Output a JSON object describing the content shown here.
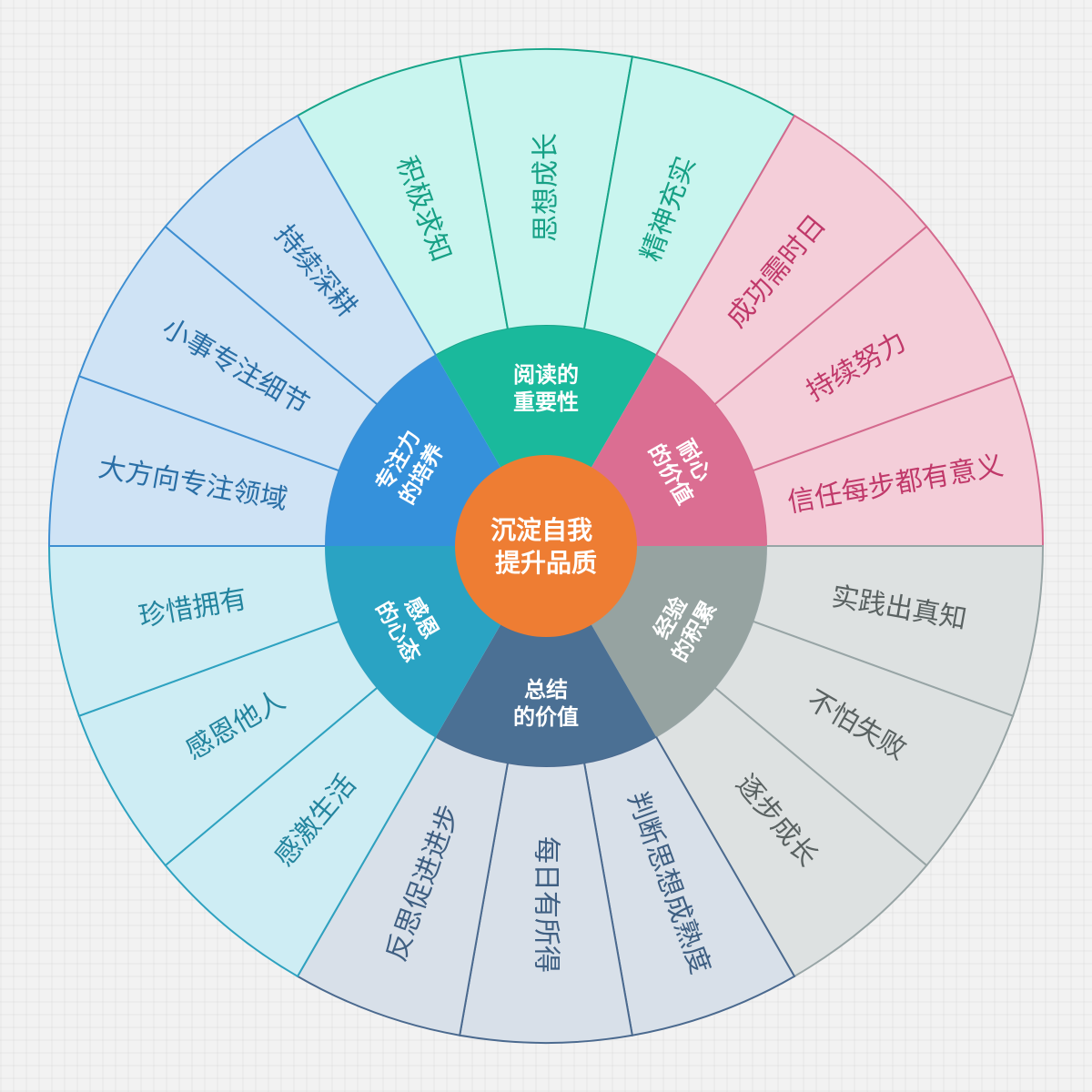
{
  "center": {
    "lines": [
      "沉淀自我",
      "提升品质"
    ],
    "color": "#ee7d33"
  },
  "categories": [
    {
      "lines": [
        "阅读的",
        "重要性"
      ],
      "color": "#1ab99c",
      "light": "#c9f5ef",
      "stroke": "#17a589",
      "text": "#16a085",
      "leaves": [
        "积极求知",
        "思想成长",
        "精神充实"
      ]
    },
    {
      "lines": [
        "耐心",
        "的价值"
      ],
      "color": "#db6e92",
      "light": "#f4ced9",
      "stroke": "#d46a8e",
      "text": "#c0396a",
      "leaves": [
        "成功需时日",
        "持续努力",
        "信任每步都有意义"
      ]
    },
    {
      "lines": [
        "经验",
        "的积累"
      ],
      "color": "#96a3a1",
      "light": "#dde1e1",
      "stroke": "#98a5a6",
      "text": "#5a6262",
      "leaves": [
        "实践出真知",
        "不怕失败",
        "逐步成长"
      ]
    },
    {
      "lines": [
        "总结",
        "的价值"
      ],
      "color": "#4b7094",
      "light": "#d8e0e9",
      "stroke": "#4b6a8f",
      "text": "#3f5f82",
      "leaves": [
        "判断思想成熟度",
        "每日有所得",
        "反思促进进步"
      ]
    },
    {
      "lines": [
        "感恩",
        "的心态"
      ],
      "color": "#2aa3c3",
      "light": "#ceedf4",
      "stroke": "#2ea2c0",
      "text": "#23849e",
      "leaves": [
        "感激生活",
        "感恩他人",
        "珍惜拥有"
      ]
    },
    {
      "lines": [
        "专注力",
        "的培养"
      ],
      "color": "#3591db",
      "light": "#cfe3f5",
      "stroke": "#3d8ed1",
      "text": "#2a6fa6",
      "leaves": [
        "大方向专注领域",
        "小事专注细节",
        "持续深耕"
      ]
    }
  ]
}
